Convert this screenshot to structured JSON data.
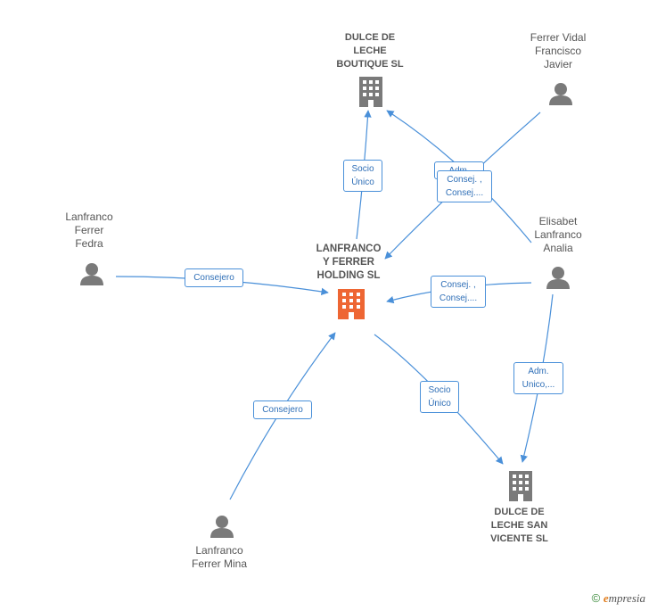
{
  "nodes": {
    "dulce_boutique": {
      "label": "DULCE DE\nLECHE\nBOUTIQUE  SL",
      "type": "company"
    },
    "ferrer_vidal": {
      "label": "Ferrer Vidal\nFrancisco\nJavier",
      "type": "person"
    },
    "lanfranco_fedra": {
      "label": "Lanfranco\nFerrer\nFedra",
      "type": "person"
    },
    "main_company": {
      "label": "LANFRANCO\nY FERRER\nHOLDING  SL",
      "type": "company-main"
    },
    "elisabet": {
      "label": "Elisabet\nLanfranco\nAnalia",
      "type": "person"
    },
    "lanfranco_mina": {
      "label": "Lanfranco\nFerrer Mina",
      "type": "person"
    },
    "dulce_san_vicente": {
      "label": "DULCE DE\nLECHE SAN\nVICENTE  SL",
      "type": "company"
    }
  },
  "edges": {
    "socio_unico_top": "Socio\nÚnico",
    "adm_hidden": "Adm.\n...",
    "consej_top": "Consej. ,\nConsej....",
    "consejero_left": "Consejero",
    "consej_right": "Consej. ,\nConsej....",
    "adm_unico": "Adm.\nUnico,...",
    "socio_unico_bottom": "Socio\nÚnico",
    "consejero_bottom": "Consejero"
  },
  "colors": {
    "edge": "#4a90d9",
    "icon_gray": "#7a7a7a",
    "main_company": "#ee6633"
  },
  "icons": {
    "company": "building-icon",
    "person": "person-icon"
  },
  "footer": {
    "copyright": "©",
    "brand_e": "e",
    "brand_rest": "mpresia"
  }
}
